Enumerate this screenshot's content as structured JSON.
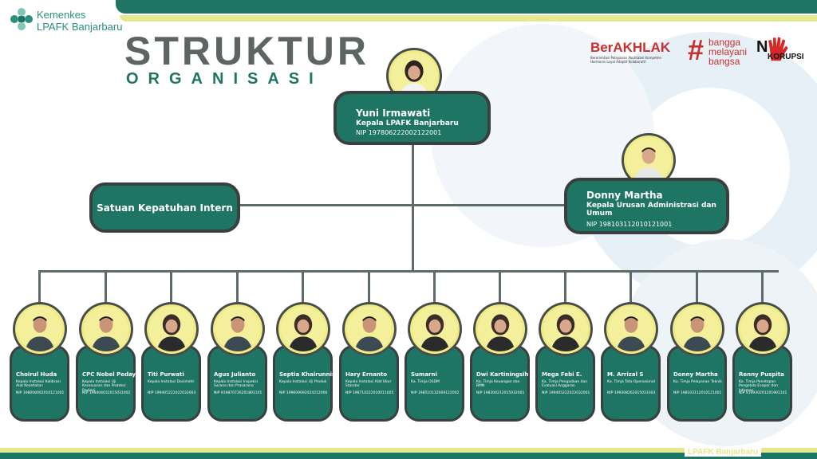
{
  "logo": {
    "line1": "Kemenkes",
    "line2": "LPAFK Banjarbaru"
  },
  "title": {
    "line1": "STRUKTUR",
    "line2": "ORGANISASI"
  },
  "badges": {
    "berakhlak": "BerAKHLAK",
    "berakhlak_sub1": "Berorientasi Pelayanan Akuntabel Kompeten",
    "berakhlak_sub2": "Harmonis Loyal Adaptif Kolaboratif",
    "hash": "#",
    "bangga1": "bangga",
    "bangga2": "melayani",
    "bangga3": "bangsa",
    "korupsi_n": "N",
    "korupsi_rest": "KORUPSI"
  },
  "head": {
    "name": "Yuni Irmawati",
    "position": "Kepala LPAFK Banjarbaru",
    "nip": "NIP 197806222002122001",
    "gender": "f"
  },
  "spi": {
    "label": "Satuan Kepatuhan Intern"
  },
  "admin": {
    "name": "Donny Martha",
    "position": "Kepala Urusan Administrasi dan Umum",
    "nip": "NIP 198103112010121001",
    "gender": "m"
  },
  "staff": [
    {
      "name": "Choirul Huda",
      "position": "Kepala Instalasi Kalibrasi Alat Kesehatan",
      "nip": "NIP 198008062010121001",
      "gender": "m"
    },
    {
      "name": "CPC Nobel Peday",
      "position": "Kepala Instalasi Uji Kesesuaian dan Proteksi Radiasi",
      "nip": "NIP 198404032015031002",
      "gender": "m"
    },
    {
      "name": "Titi Purwati",
      "position": "Kepala Instalasi Dosimetri",
      "nip": "NIP 199405222022032003",
      "gender": "f"
    },
    {
      "name": "Agus Julianto",
      "position": "Kepala Instalasi Inspeksi Sarana dan Prasarana",
      "nip": "NIP 919870726201801101",
      "gender": "m"
    },
    {
      "name": "Septia Khairunnisa",
      "position": "Kepala Instalasi Uji Produk",
      "nip": "NIP 199609092024212000",
      "gender": "f"
    },
    {
      "name": "Hary Ernanto",
      "position": "Kepala Instalasi Alat Ukur Standar",
      "nip": "NIP 198710222010011005",
      "gender": "m"
    },
    {
      "name": "Sumarni",
      "position": "Ka. Timja OSDM",
      "nip": "NIP 198510132009122002",
      "gender": "f"
    },
    {
      "name": "Dwi Kartiningsih",
      "position": "Ka. Timja Keuangan dan BMN",
      "nip": "NIP 198304212015032001",
      "gender": "f"
    },
    {
      "name": "Mega Febi E.",
      "position": "Ka. Timja Pengadaan dan Evaluasi Anggaran",
      "nip": "NIP 199405222022032001",
      "gender": "f"
    },
    {
      "name": "M. Arrizal S",
      "position": "Ka. Timja Tata Operasional",
      "nip": "NIP 199308262015031003",
      "gender": "m"
    },
    {
      "name": "Donny Martha",
      "position": "Ka. Timja Pelayanan Teknik",
      "nip": "NIP 198103112010121001",
      "gender": "m"
    },
    {
      "name": "Renny Puspita",
      "position": "Ka. Timja Penetapan Pengelola Evapor dan Infomas",
      "nip": "NIP 919930201201901101",
      "gender": "f"
    }
  ],
  "footer": {
    "text": "LPAFK Banjarbaru"
  },
  "colors": {
    "primary": "#1f7564",
    "accent": "#e5e88e",
    "border": "#3a3f3f",
    "title_gray": "#5e6464"
  }
}
